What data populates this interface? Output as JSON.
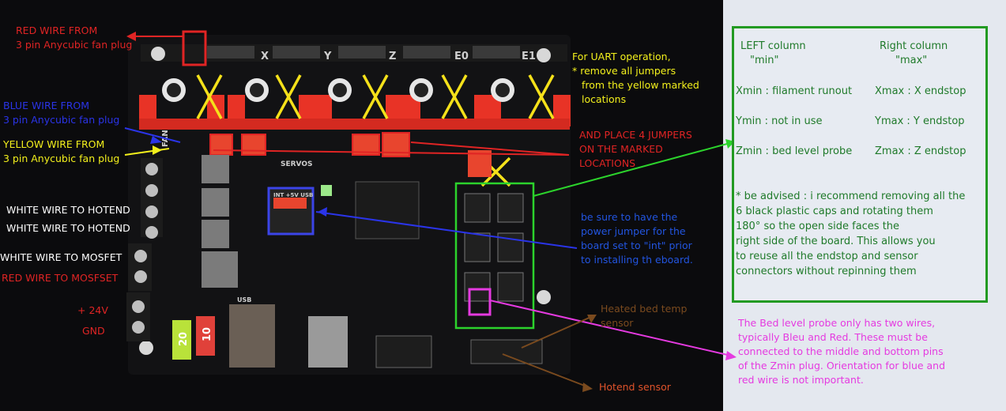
{
  "image": {
    "board_labels": [
      "X",
      "Y",
      "Z",
      "E0",
      "E1",
      "FAN",
      "SERVOS",
      "USB"
    ],
    "fuse_left": "20",
    "fuse_right": "10",
    "power_jumper_label": "INT +5V USB"
  },
  "annotations": {
    "red_wire_fan": [
      "RED WIRE FROM",
      "3 pin Anycubic fan plug"
    ],
    "blue_wire_fan": [
      "BLUE WIRE FROM",
      "3 pin Anycubic fan plug"
    ],
    "yellow_wire_fan": [
      "YELLOW WIRE FROM",
      "3 pin Anycubic fan plug"
    ],
    "white_hotend_1": "WHITE WIRE TO HOTEND",
    "white_hotend_2": "WHITE WIRE TO HOTEND",
    "white_mosfet": "WHITE WIRE TO MOSFET",
    "red_mosfet": "RED WIRE TO MOSFSET",
    "plus_24v": "+ 24V",
    "gnd": "GND",
    "uart_note": [
      "For UART operation,",
      "* remove all jumpers",
      "from the yellow marked",
      "locations"
    ],
    "place_jumpers": [
      "AND PLACE 4 JUMPERS",
      "ON THE MARKED",
      "LOCATIONS"
    ],
    "power_jumper_note": [
      "be sure to have the",
      "power jumper for the",
      "board set to \"int\" prior",
      "to installing th eboard."
    ],
    "heated_bed": [
      "Heated bed temp",
      "sensor"
    ],
    "hotend_sensor": "Hotend sensor",
    "bed_probe_note": [
      "The Bed level probe only has two wires,",
      "typically Bleu and Red. These must be",
      "connected to the middle and bottom pins",
      "of the Zmin plug. Orientation for blue and",
      "red wire is not important."
    ]
  },
  "reference_panel": {
    "left_header": "LEFT column",
    "left_sub": "\"min\"",
    "right_header": "Right column",
    "right_sub": "\"max\"",
    "rows": [
      {
        "left": "Xmin : filament runout",
        "right": "Xmax : X endstop"
      },
      {
        "left": "Ymin : not in use",
        "right": "Ymax : Y endstop"
      },
      {
        "left": "Zmin : bed level probe",
        "right": "Zmax : Z endstop"
      }
    ],
    "advice": [
      "* be advised : i recommend removing all the",
      "6 black plastic caps and rotating them",
      "180° so the open side faces the",
      "right side of the board. This allows you",
      "to reuse all the endstop and sensor",
      "connectors without repinning them"
    ]
  },
  "colors": {
    "red_note": "#e02424",
    "blue_note": "#2a34e8",
    "yellow_note": "#f3f01c",
    "green_panel": "#229a22",
    "magenta_note": "#e53ae0",
    "brown_note": "#7a4a1e"
  }
}
